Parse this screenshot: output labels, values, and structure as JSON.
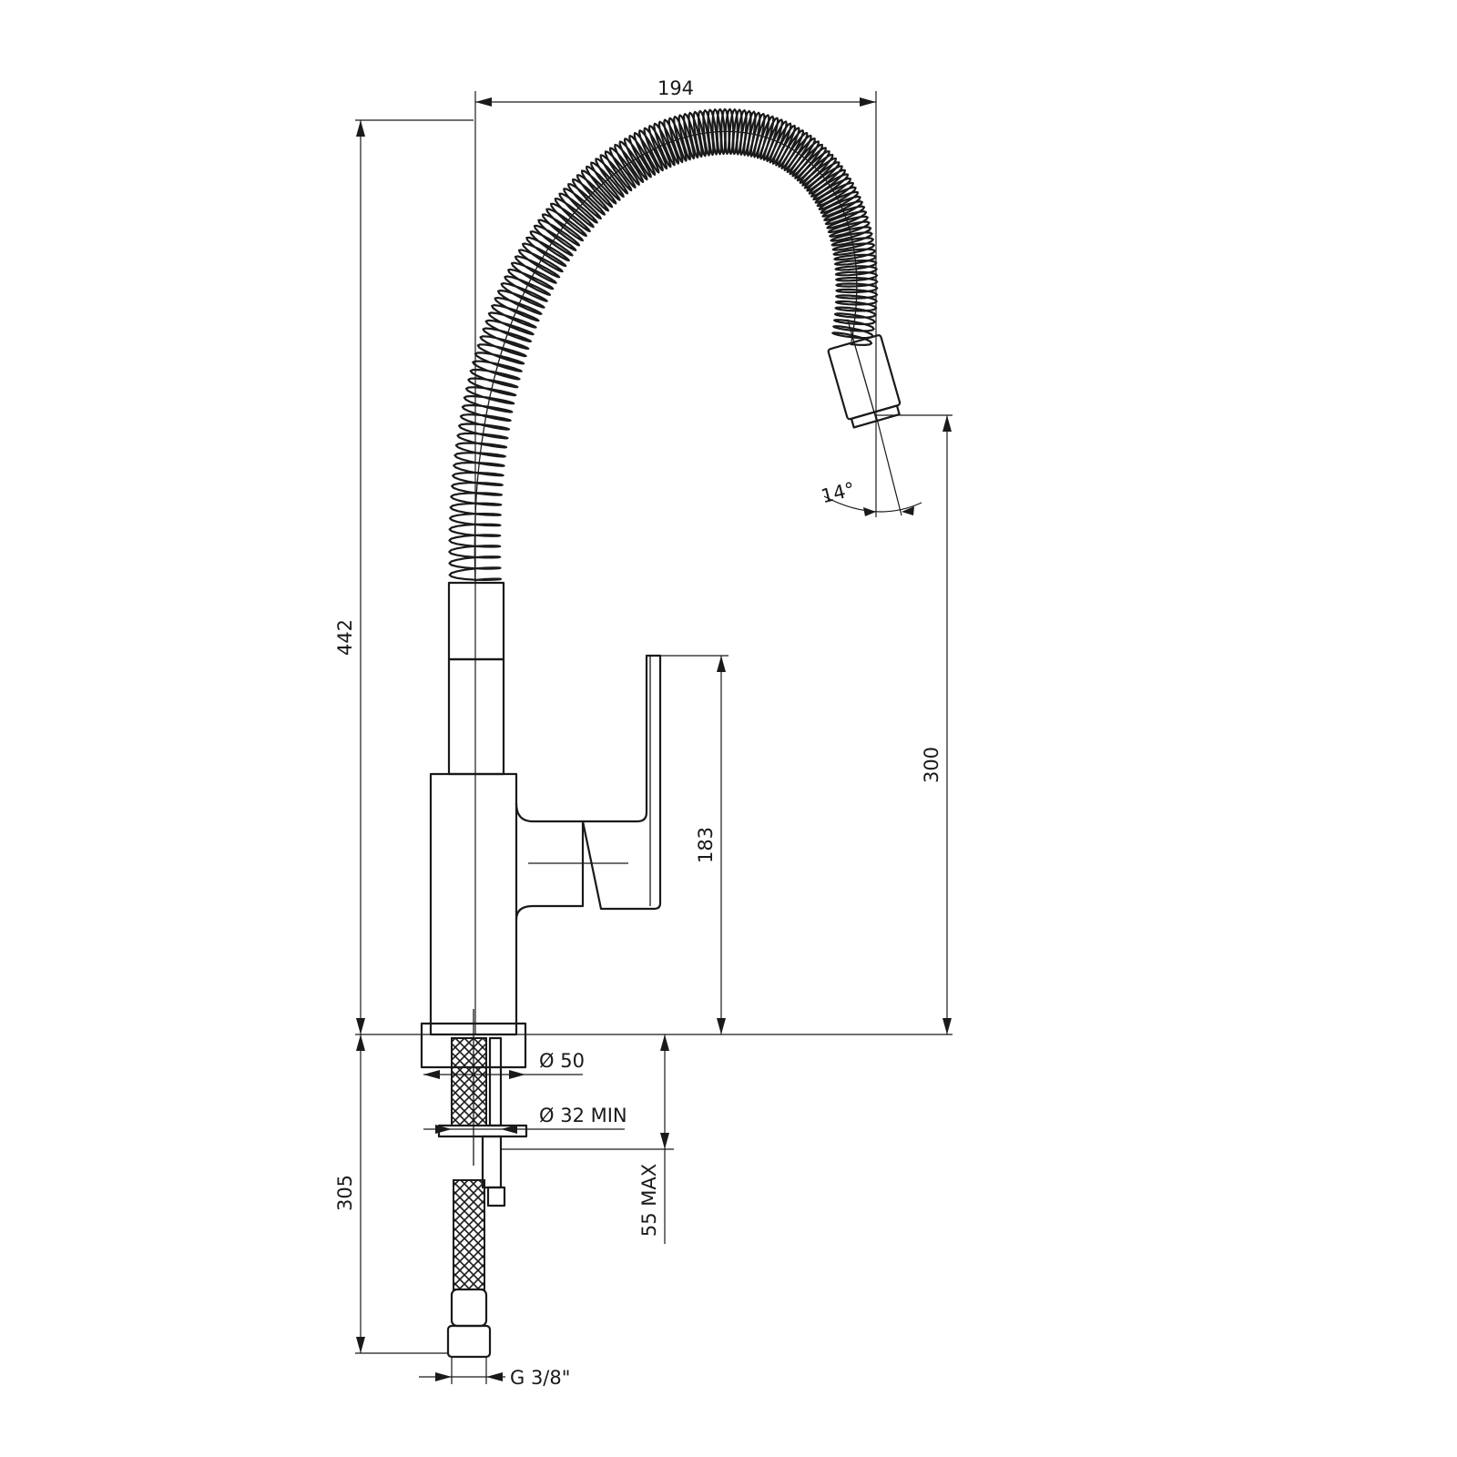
{
  "drawing": {
    "dimensions": {
      "spout_reach": "194",
      "total_height": "442",
      "spout_outlet_height": "300",
      "lever_height": "183",
      "below_deck_length": "305",
      "max_deck_thickness": "55 MAX",
      "spray_angle": "14°"
    },
    "callouts": {
      "base_diameter": "Ø 50",
      "deck_hole_min": "Ø 32  MIN",
      "connection_thread": "G 3/8\""
    }
  }
}
